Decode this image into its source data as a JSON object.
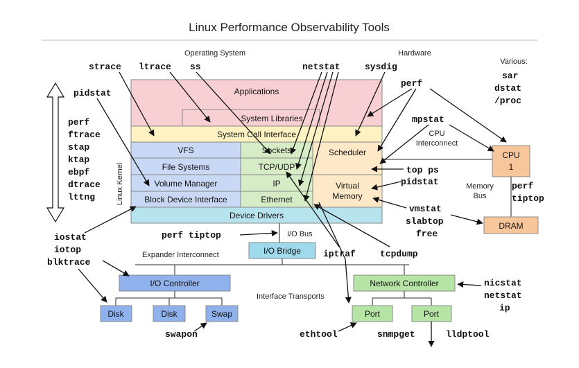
{
  "title": "Linux Performance Observability Tools",
  "headers": {
    "operating_system": "Operating System",
    "hardware": "Hardware",
    "various": "Various:",
    "linux_kernel": "Linux Kernel",
    "cpu_interconnect_1": "CPU",
    "cpu_interconnect_2": "Interconnect",
    "memory_bus_1": "Memory",
    "memory_bus_2": "Bus",
    "io_bus": "I/O Bus",
    "expander_interconnect": "Expander Interconnect",
    "interface_transports": "Interface Transports"
  },
  "boxes": {
    "applications": "Applications",
    "system_libraries": "System Libraries",
    "system_call_interface": "System Call Interface",
    "vfs": "VFS",
    "file_systems": "File Systems",
    "volume_manager": "Volume Manager",
    "block_device_interface": "Block Device Interface",
    "sockets": "Sockets",
    "tcp_udp": "TCP/UDP",
    "ip": "IP",
    "ethernet": "Ethernet",
    "scheduler": "Scheduler",
    "virtual_memory_1": "Virtual",
    "virtual_memory_2": "Memory",
    "device_drivers": "Device Drivers",
    "cpu_1": "CPU",
    "cpu_2": "1",
    "dram": "DRAM",
    "io_bridge": "I/O Bridge",
    "io_controller": "I/O Controller",
    "disk_1": "Disk",
    "disk_2": "Disk",
    "swap": "Swap",
    "network_controller": "Network Controller",
    "port_1": "Port",
    "port_2": "Port"
  },
  "tools": {
    "strace": "strace",
    "ltrace": "ltrace",
    "ss": "ss",
    "netstat": "netstat",
    "sysdig": "sysdig",
    "pidstat_left": "pidstat",
    "perf_left": "perf",
    "ftrace": "ftrace",
    "stap": "stap",
    "ktap": "ktap",
    "ebpf": "ebpf",
    "dtrace": "dtrace",
    "lttng": "lttng",
    "perf_top": "perf",
    "sar": "sar",
    "dstat": "dstat",
    "proc": "/proc",
    "mpstat": "mpstat",
    "top_ps": "top ps",
    "pidstat_right": "pidstat",
    "perf_right": "perf",
    "tiptop_right": "tiptop",
    "vmstat": "vmstat",
    "slabtop": "slabtop",
    "free": "free",
    "iostat": "iostat",
    "iotop": "iotop",
    "blktrace": "blktrace",
    "perf_tiptop": "perf tiptop",
    "iptraf": "iptraf",
    "tcpdump": "tcpdump",
    "nicstat": "nicstat",
    "netstat_right": "netstat",
    "ip": "ip",
    "swapon": "swapon",
    "ethtool": "ethtool",
    "snmpget": "snmpget",
    "lldptool": "lldptool"
  },
  "colors": {
    "applications": "#f8cfd2",
    "system_call": "#fff2c2",
    "vfs_stack": "#c9d8f5",
    "network_stack": "#d6ecc6",
    "scheduler_vm": "#fde8c8",
    "device_drivers": "#b6e3ee",
    "cpu_dram": "#f7c79b",
    "io_bridge": "#9fd9ec",
    "io_controller": "#8fb1ec",
    "network_controller": "#b5e4a4"
  }
}
